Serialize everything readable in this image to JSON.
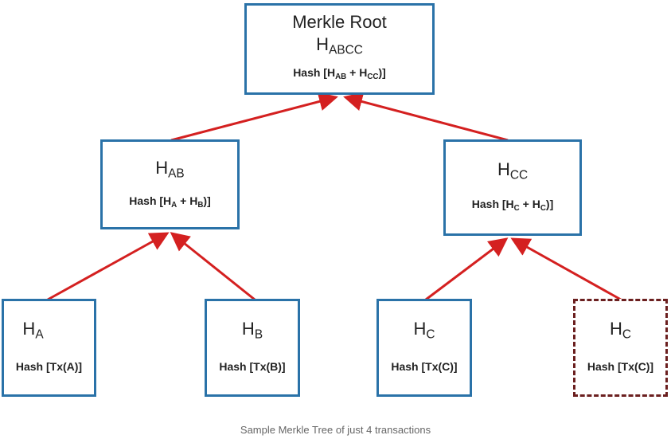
{
  "root": {
    "title": "Merkle Root",
    "label": "H",
    "label_sub": "ABCC",
    "hash_pre": "Hash [H",
    "hash_sub1": "AB",
    "hash_mid": " + H",
    "hash_sub2": "CC",
    "hash_post": ")]"
  },
  "ab": {
    "label": "H",
    "label_sub": "AB",
    "hash_pre": "Hash [H",
    "hash_sub1": "A",
    "hash_mid": " + H",
    "hash_sub2": "B",
    "hash_post": ")]"
  },
  "cc": {
    "label": "H",
    "label_sub": "CC",
    "hash_pre": "Hash [H",
    "hash_sub1": "C",
    "hash_mid": " + H",
    "hash_sub2": "C",
    "hash_post": ")]"
  },
  "leaves": [
    {
      "label": "H",
      "label_sub": "A",
      "hash": "Hash [Tx(A)]"
    },
    {
      "label": "H",
      "label_sub": "B",
      "hash": "Hash [Tx(B)]"
    },
    {
      "label": "H",
      "label_sub": "C",
      "hash": "Hash [Tx(C)]"
    },
    {
      "label": "H",
      "label_sub": "C",
      "hash": "Hash [Tx(C)]"
    }
  ],
  "caption": "Sample Merkle Tree of just 4 transactions",
  "colors": {
    "box_border": "#2a72a8",
    "arrow": "#d42020",
    "dashed_border": "#6b1f1f"
  }
}
